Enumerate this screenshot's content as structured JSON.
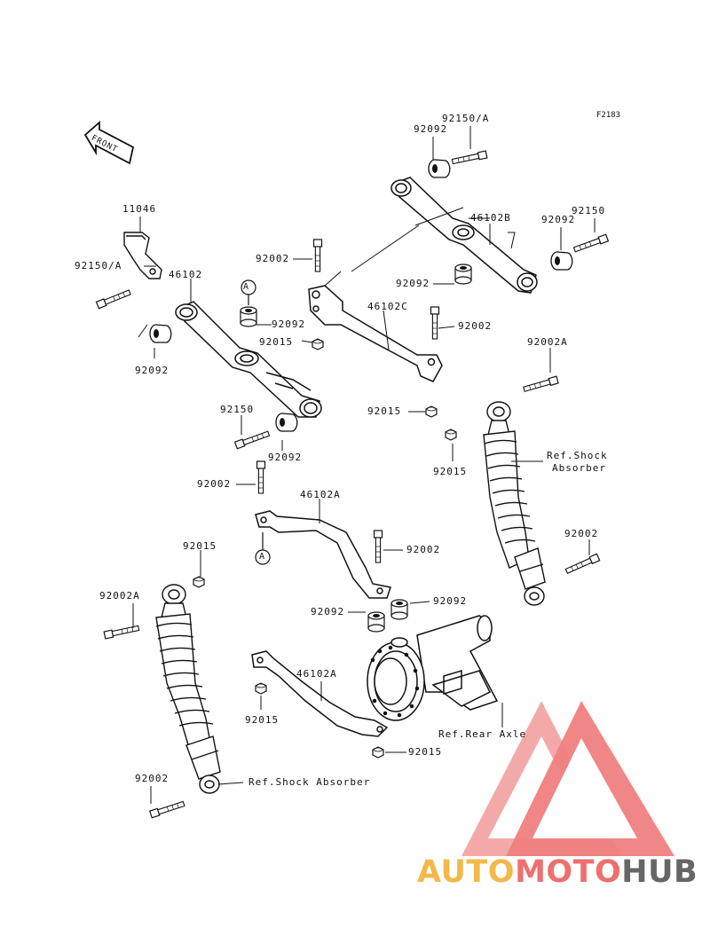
{
  "figure_code": "F2183",
  "front_arrow_text": "FRONT",
  "callout_letter": "A",
  "labels": {
    "p_11046": "11046",
    "p_92150_a_top": "92150/A",
    "p_92092_top": "92092",
    "p_46102b": "46102B",
    "p_92092_r": "92092",
    "p_92150_r": "92150",
    "p_92002_top": "92002",
    "p_92092_mid": "92092",
    "p_92150_a_left": "92150/A",
    "p_46102": "46102",
    "p_92092_cA": "92092",
    "p_46102c": "46102C",
    "p_92002_c": "92002",
    "p_92015_c": "92015",
    "p_92092_left": "92092",
    "p_92002a_r": "92002A",
    "p_92015_c2": "92015",
    "p_92150_l": "92150",
    "p_92092_l2": "92092",
    "p_92015_r": "92015",
    "p_ref_shock_r1": "Ref.Shock",
    "p_ref_shock_r2": "Absorber",
    "p_92002_mid": "92002",
    "p_46102a_top": "46102A",
    "p_92002_r2": "92002",
    "p_92002_c2": "92002",
    "p_92015_l": "92015",
    "p_92002a_l": "92002A",
    "p_92092_c3": "92092",
    "p_92092_c4": "92092",
    "p_46102a_bot": "46102A",
    "p_92015_l2": "92015",
    "p_ref_rear_axle": "Ref.Rear Axle",
    "p_92015_b": "92015",
    "p_92002_bl": "92002",
    "p_ref_shock_l": "Ref.Shock Absorber"
  },
  "watermark": {
    "part1": "AUTO",
    "part2": "MOTO",
    "part3": "HUB",
    "colors": {
      "auto": "#f2b94a",
      "moto": "#ef6f6f",
      "hub": "#666666",
      "triangle": "#f08080"
    }
  }
}
